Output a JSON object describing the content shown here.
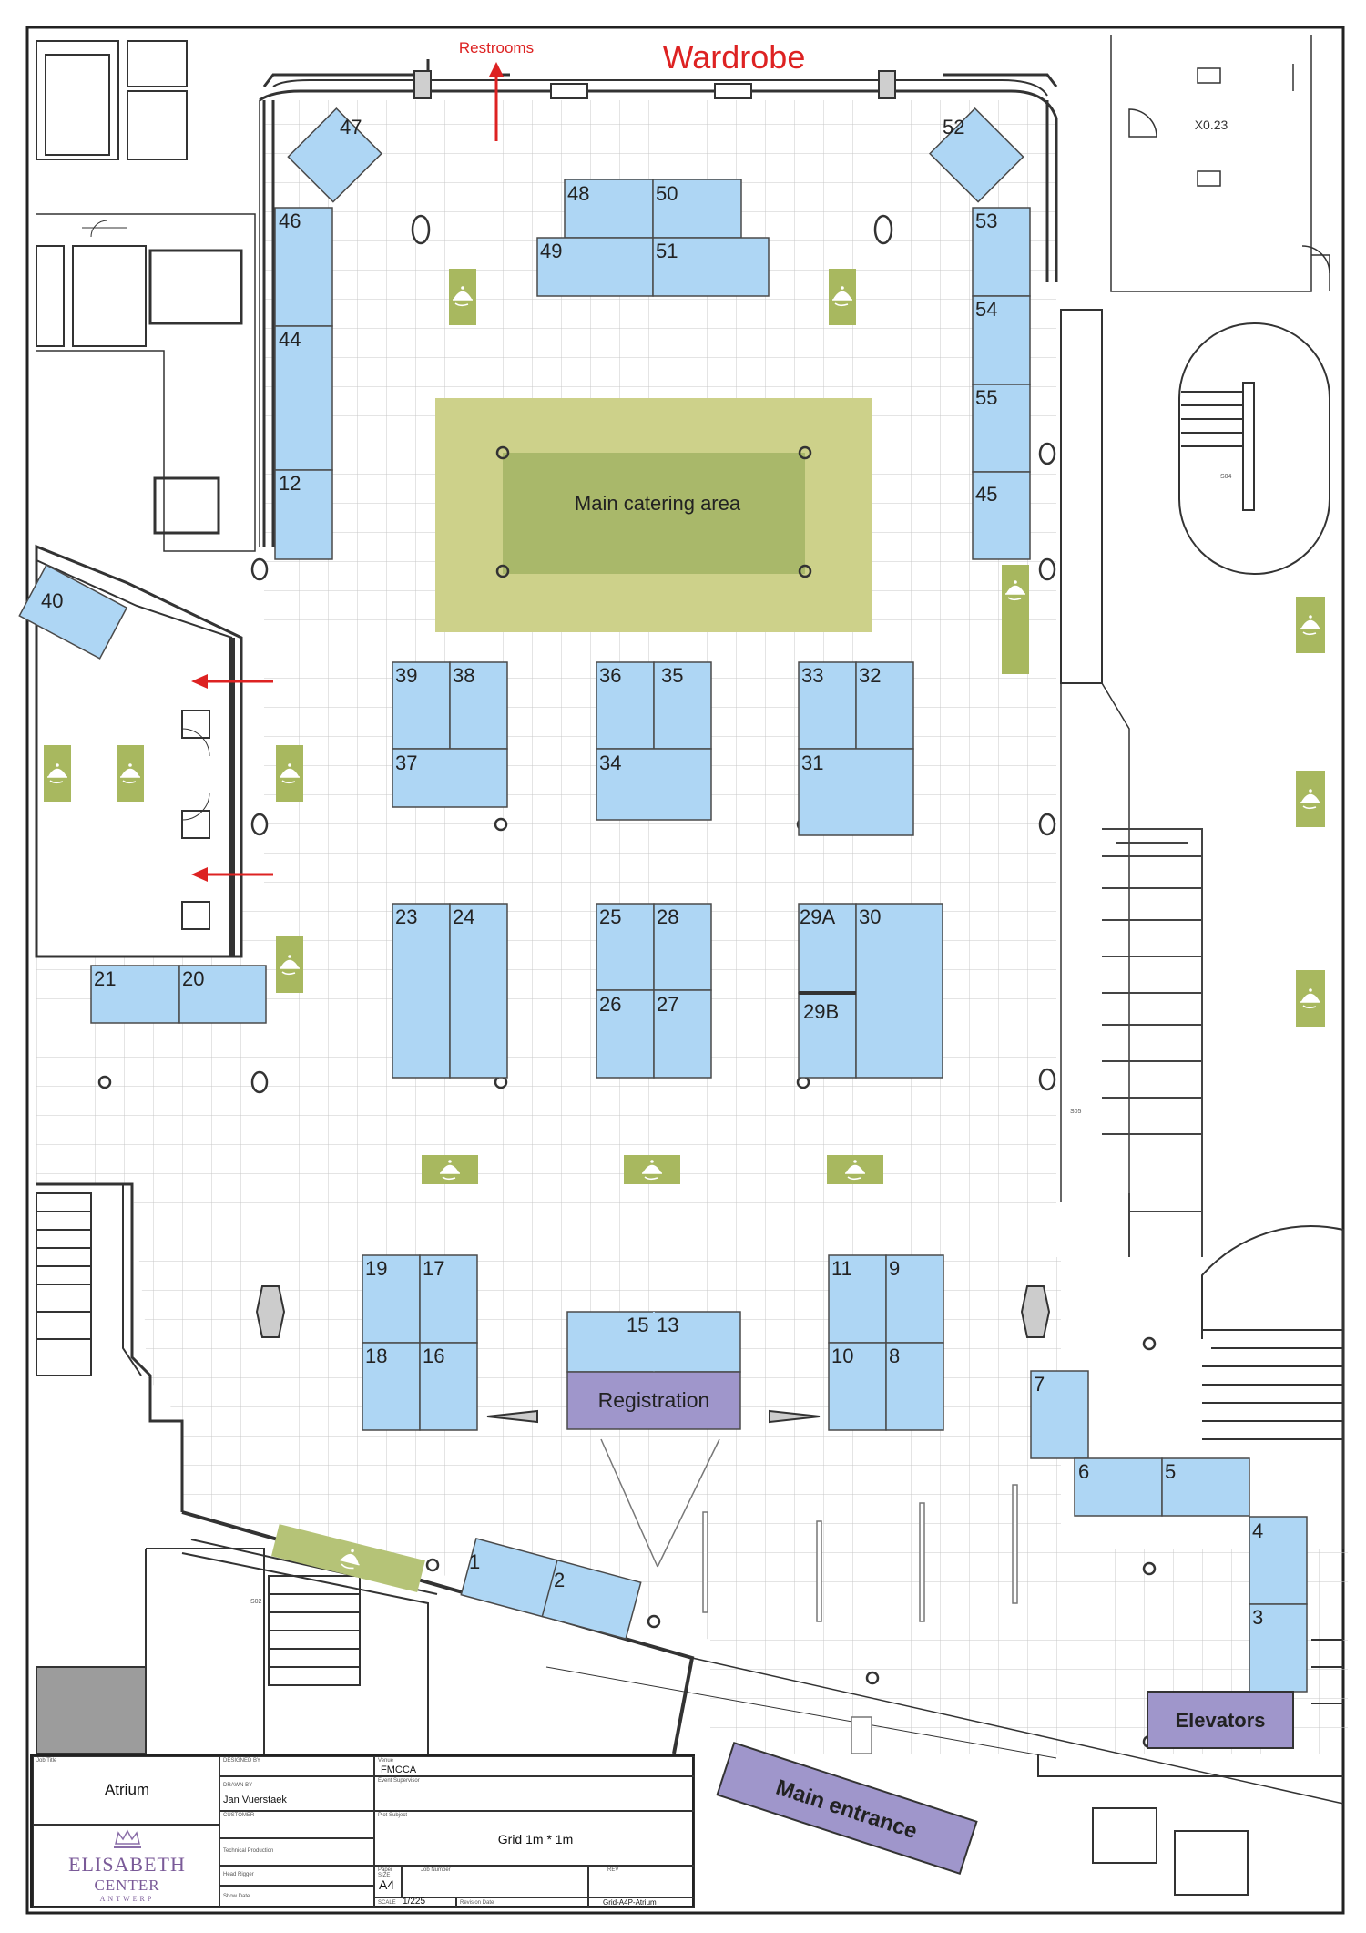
{
  "plan": {
    "top_labels": {
      "wardrobe": "Wardrobe",
      "restrooms": "Restrooms",
      "room_code": "X0.23"
    },
    "catering_area": "Main catering area",
    "registration": "Registration",
    "elevators": "Elevators",
    "main_entrance": "Main entrance",
    "booth_numbers": [
      "1",
      "2",
      "3",
      "4",
      "5",
      "6",
      "7",
      "8",
      "9",
      "10",
      "11",
      "12",
      "13",
      "15",
      "16",
      "17",
      "18",
      "19",
      "20",
      "21",
      "23",
      "24",
      "25",
      "26",
      "27",
      "28",
      "29A",
      "29B",
      "30",
      "31",
      "32",
      "33",
      "34",
      "35",
      "36",
      "37",
      "38",
      "39",
      "40",
      "44",
      "45",
      "46",
      "47",
      "48",
      "49",
      "50",
      "51",
      "52",
      "53",
      "54",
      "55"
    ],
    "stair_marks": {
      "s04": "S04",
      "s05": "S05",
      "s02": "S02"
    },
    "colors": {
      "booth": "#aed6f4",
      "booth_border": "#4a4a4a",
      "catering_outer": "#cdd18a",
      "catering_inner": "#a9b86a",
      "catering_icon_bg": "#a8b85f",
      "purple": "#9f96cb",
      "arrow_red": "#dd2222",
      "grid": "#c8c8c8",
      "wall": "#333333"
    }
  },
  "title_block": {
    "job_title_label": "Job Title",
    "job_title": "Atrium",
    "designed_by_label": "DESIGNED BY",
    "drawn_by_label": "DRAWN BY",
    "drawn_by": "Jan Vuerstaek",
    "customer_label": "CUSTOMER",
    "tech_prod_label": "Technical Production",
    "head_rigger_label": "Head Rigger",
    "show_date_label": "Show Date",
    "venue_label": "Venue",
    "venue": "FMCCA",
    "event_supervisor_label": "Event Supervisor",
    "plot_subject_label": "Plot Subject",
    "plot_subject": "Grid 1m * 1m",
    "paper_size_label": "Paper SIZE",
    "paper_size": "A4",
    "job_number_label": "Job Number",
    "rev_label": "REV",
    "scale_label": "SCALE",
    "scale": "1/225",
    "revision_date_label": "Revision Date",
    "file_name": "Grid-A4P-Atrium",
    "logo_text_1": "ELISABETH",
    "logo_text_2": "CENTER",
    "logo_text_3": "ANTWERP"
  }
}
